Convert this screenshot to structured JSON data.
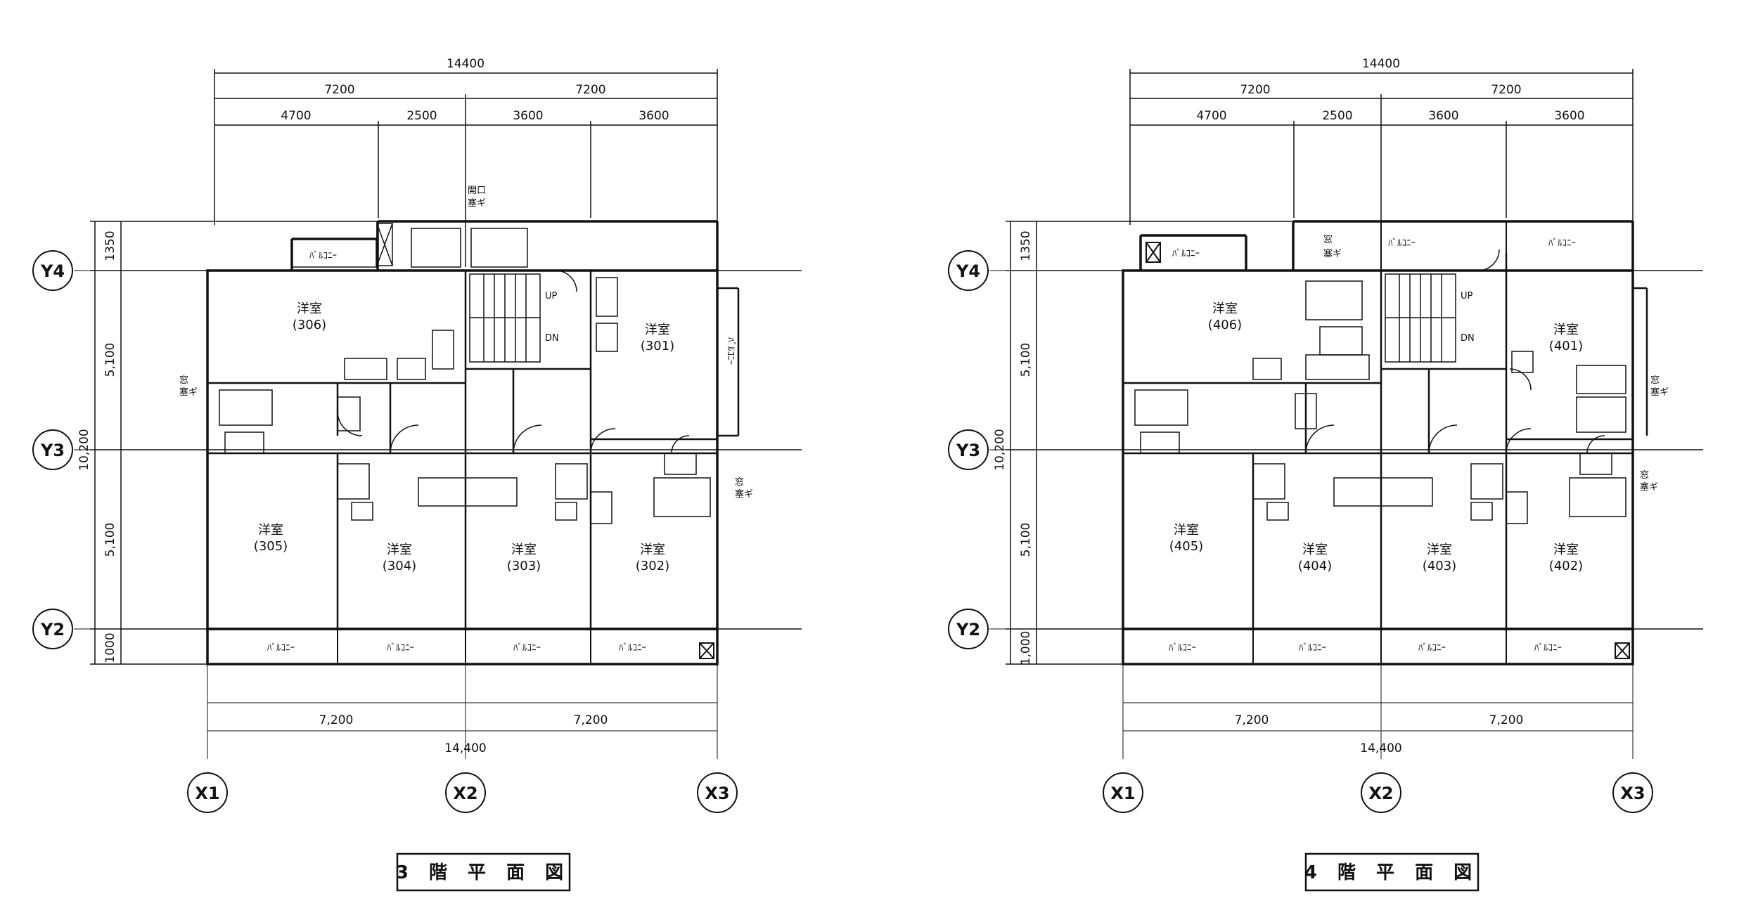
{
  "plans": [
    {
      "title": "3 階 平 面 図",
      "dims_top": {
        "total": "14400",
        "half_left": "7200",
        "half_right": "7200",
        "spans": [
          "4700",
          "2500",
          "3600",
          "3600"
        ]
      },
      "dims_bottom": {
        "left": "7,200",
        "right": "7,200",
        "total": "14,400"
      },
      "dims_side": {
        "top": "1350",
        "upper": "5,100",
        "total": "10,200",
        "lower": "5,100",
        "bottom": "1000"
      },
      "axes": {
        "y4": "Y4",
        "y3": "Y3",
        "y2": "Y2",
        "x1": "X1",
        "x2": "X2",
        "x3": "X3"
      },
      "rooms": [
        {
          "name": "洋室",
          "num": "(306)"
        },
        {
          "name": "洋室",
          "num": "(301)"
        },
        {
          "name": "洋室",
          "num": "(305)"
        },
        {
          "name": "洋室",
          "num": "(304)"
        },
        {
          "name": "洋室",
          "num": "(303)"
        },
        {
          "name": "洋室",
          "num": "(302)"
        }
      ],
      "labels": {
        "balcony": "ﾊﾞﾙｺﾆｰ",
        "window_close": [
          "窓",
          "塞ギ"
        ],
        "opening_close": [
          "開口",
          "塞ギ"
        ],
        "up": "UP",
        "dn": "DN"
      }
    },
    {
      "title": "4 階 平 面 図",
      "dims_top": {
        "total": "14400",
        "half_left": "7200",
        "half_right": "7200",
        "spans": [
          "4700",
          "2500",
          "3600",
          "3600"
        ]
      },
      "dims_bottom": {
        "left": "7,200",
        "right": "7,200",
        "total": "14,400"
      },
      "dims_side": {
        "top": "1350",
        "upper": "5,100",
        "total": "10,200",
        "lower": "5,100",
        "bottom": "1,000"
      },
      "axes": {
        "y4": "Y4",
        "y3": "Y3",
        "y2": "Y2",
        "x1": "X1",
        "x2": "X2",
        "x3": "X3"
      },
      "rooms": [
        {
          "name": "洋室",
          "num": "(406)"
        },
        {
          "name": "洋室",
          "num": "(401)"
        },
        {
          "name": "洋室",
          "num": "(405)"
        },
        {
          "name": "洋室",
          "num": "(404)"
        },
        {
          "name": "洋室",
          "num": "(403)"
        },
        {
          "name": "洋室",
          "num": "(402)"
        }
      ],
      "labels": {
        "balcony": "ﾊﾞﾙｺﾆｰ",
        "window_close": [
          "窓",
          "塞ギ"
        ],
        "up": "UP",
        "dn": "DN"
      }
    }
  ]
}
